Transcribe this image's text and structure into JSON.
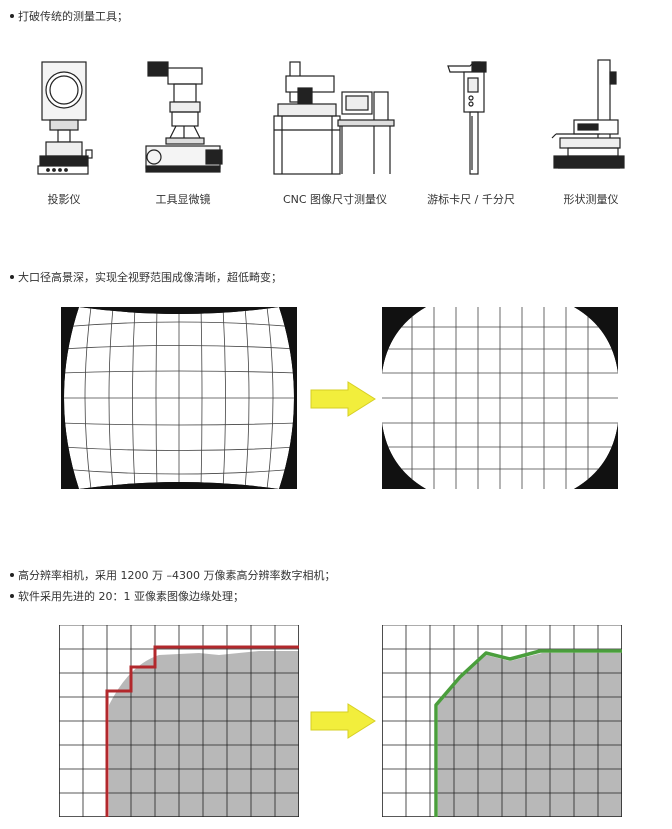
{
  "bullets": [
    "打破传统的测量工具；",
    "大口径高景深，实现全视野范围成像清晰，超低畸变；",
    "高分辨率相机，采用 1200 万 –4300 万像素高分辨率数字相机；",
    "软件采用先进的 20：1 亚像素图像边缘处理；"
  ],
  "tools": [
    {
      "label": "投影仪",
      "icon": "profile-projector-icon"
    },
    {
      "label": "工具显微镜",
      "icon": "tool-microscope-icon"
    },
    {
      "label": "CNC 图像尺寸测量仪",
      "icon": "cnc-vision-measuring-machine-icon"
    },
    {
      "label": "游标卡尺 / 千分尺",
      "icon": "vernier-caliper-icon"
    },
    {
      "label": "形状测量仪",
      "icon": "contour-measuring-instrument-icon"
    }
  ],
  "colors": {
    "arrow": "#f2ee3c",
    "arrow_stroke": "#d6cf24",
    "edge_old": "#b2282c",
    "edge_new": "#4a9e3c",
    "region": "#b8b8b8",
    "corner": "#111111"
  },
  "icons": {
    "arrow_1": "right-arrow-icon",
    "arrow_2": "right-arrow-icon"
  }
}
